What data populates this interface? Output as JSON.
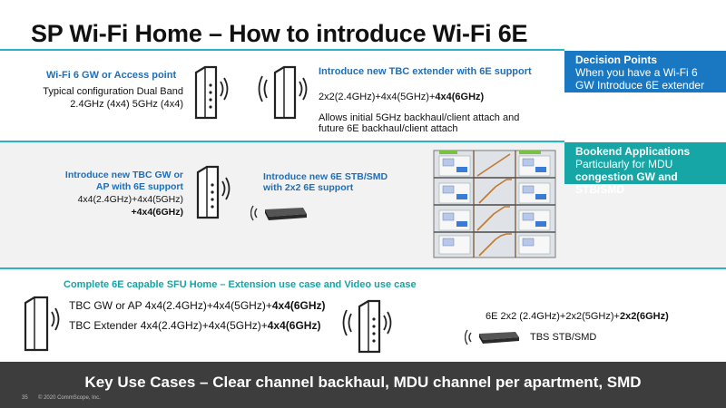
{
  "slide": {
    "title": "SP Wi-Fi Home – How to introduce Wi-Fi 6E",
    "page_number": "35",
    "copyright": "© 2020 CommScope, Inc."
  },
  "section1": {
    "gw_heading": "Wi-Fi 6 GW or Access point",
    "gw_line1": "Typical configuration Dual Band",
    "gw_line2": "2.4GHz (4x4) 5GHz (4x4)",
    "ext_heading": "Introduce new TBC extender with 6E support",
    "ext_config_prefix": "2x2(2.4GHz)+4x4(5GHz)+",
    "ext_config_bold": "4x4(6GHz)",
    "ext_note_line1": "Allows initial 5GHz backhaul/client attach and",
    "ext_note_line2": "future 6E backhaul/client attach"
  },
  "decision_panel": {
    "heading": "Decision Points",
    "line1": "When you have a Wi-Fi 6",
    "line2": "GW Introduce 6E extender"
  },
  "section2": {
    "gw_heading_line1": "Introduce new TBC GW or",
    "gw_heading_line2": "AP with 6E support",
    "gw_config_line1": "4x4(2.4GHz)+4x4(5GHz)",
    "gw_config_line2": "+4x4(6GHz)",
    "stb_heading_line1": "Introduce new 6E STB/SMD",
    "stb_heading_line2": "with 2x2 6E support"
  },
  "bookend_panel": {
    "heading": "Bookend Applications",
    "line1": "Particularly for MDU",
    "line2": "congestion GW and STB/SMD"
  },
  "section3": {
    "heading": "Complete 6E capable SFU Home – Extension use case and Video use case",
    "gw_prefix": "TBC GW or AP 4x4(2.4GHz)+4x4(5GHz)+",
    "gw_bold": "4x4(6GHz)",
    "ext_prefix": "TBC Extender 4x4(2.4GHz)+4x4(5GHz)+",
    "ext_bold": "4x4(6GHz)",
    "stb_prefix": "6E 2x2 (2.4GHz)+2x2(5GHz)+",
    "stb_bold": "2x2(6GHz)",
    "stb_label": "TBS STB/SMD"
  },
  "footer": {
    "text": "Key Use Cases – Clear channel backhaul, MDU channel per apartment, SMD"
  },
  "icons": [
    "router-icon",
    "wifi-waves-icon",
    "set-top-box-icon",
    "apartment-building-illustration"
  ]
}
